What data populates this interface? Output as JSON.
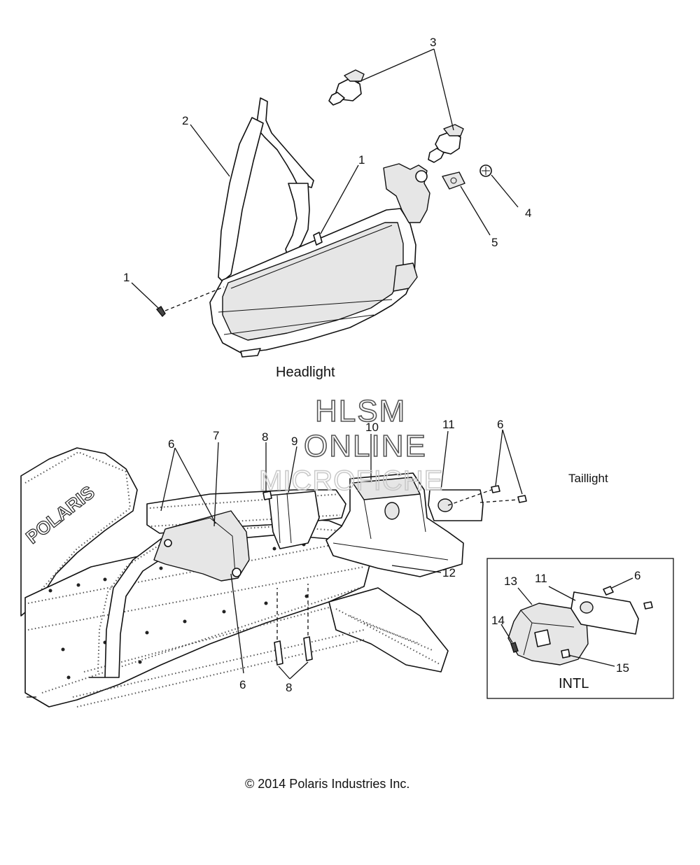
{
  "headlight": {
    "caption": "Headlight",
    "callouts": [
      "1",
      "2",
      "3",
      "1",
      "4",
      "5"
    ]
  },
  "taillight": {
    "caption": "Taillight",
    "callouts": [
      "6",
      "7",
      "8",
      "9",
      "10",
      "11",
      "6",
      "12",
      "6",
      "8"
    ]
  },
  "intl": {
    "caption": "INTL",
    "callouts": [
      "13",
      "11",
      "6",
      "14",
      "15"
    ]
  },
  "watermark": {
    "line1": "HLSM",
    "line2": "ONLINE",
    "line3": "MICROFICHE"
  },
  "sled": {
    "seat_brand": "POLARIS"
  },
  "footer": {
    "copyright": "© 2014 Polaris Industries Inc."
  }
}
